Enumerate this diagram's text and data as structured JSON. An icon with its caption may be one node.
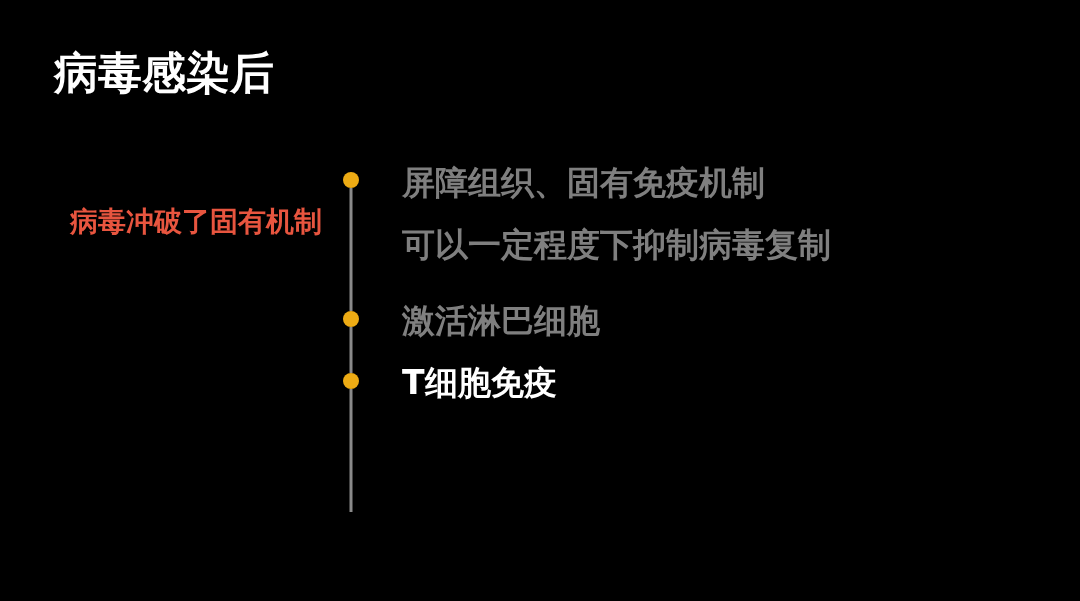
{
  "diagram": {
    "title": "病毒感染后",
    "nodes": [
      {
        "text": [],
        "shape": "circle",
        "beside": [
          "屏障组织、固有免疫机制",
          "可以一定程度下抑制病毒复制"
        ]
      },
      {
        "text": [],
        "shape": "circle",
        "beside": [
          "激活淋巴细胞"
        ]
      },
      {
        "text": [],
        "shape": "circle",
        "beside": [
          "T细胞免疫"
        ]
      }
    ],
    "edges": [
      {
        "from": 0,
        "to": 1,
        "arrow": "none"
      },
      {
        "from": 1,
        "to": 2,
        "arrow": "none"
      },
      {
        "from": 2,
        "to": null,
        "arrow": "none"
      }
    ],
    "labels": [
      "病毒冲破了固有机制"
    ]
  }
}
